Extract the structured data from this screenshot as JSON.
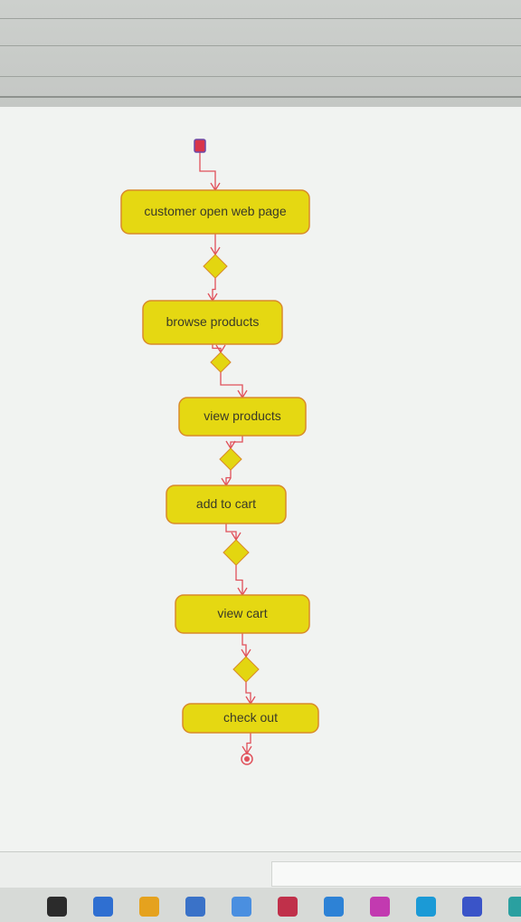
{
  "diagram": {
    "nodes": [
      {
        "id": "start",
        "kind": "initial"
      },
      {
        "id": "a1",
        "kind": "action",
        "label": "customer open web page"
      },
      {
        "id": "d1",
        "kind": "decision"
      },
      {
        "id": "a2",
        "kind": "action",
        "label": "browse products"
      },
      {
        "id": "d2",
        "kind": "decision"
      },
      {
        "id": "a3",
        "kind": "action",
        "label": "view products"
      },
      {
        "id": "d3",
        "kind": "decision"
      },
      {
        "id": "a4",
        "kind": "action",
        "label": "add to cart"
      },
      {
        "id": "d4",
        "kind": "decision"
      },
      {
        "id": "a5",
        "kind": "action",
        "label": "view cart"
      },
      {
        "id": "d5",
        "kind": "decision"
      },
      {
        "id": "a6",
        "kind": "action",
        "label": "check out"
      },
      {
        "id": "end",
        "kind": "final"
      }
    ],
    "edges": [
      [
        "start",
        "a1"
      ],
      [
        "a1",
        "d1"
      ],
      [
        "d1",
        "a2"
      ],
      [
        "a2",
        "d2"
      ],
      [
        "d2",
        "a3"
      ],
      [
        "a3",
        "d3"
      ],
      [
        "d3",
        "a4"
      ],
      [
        "a4",
        "d4"
      ],
      [
        "d4",
        "a5"
      ],
      [
        "a5",
        "d5"
      ],
      [
        "d5",
        "a6"
      ],
      [
        "a6",
        "end"
      ]
    ],
    "colors": {
      "action_fill": "#e5d812",
      "action_stroke": "#d98a2a",
      "decision_fill": "#e3d610",
      "edge": "#e0505a",
      "initial": "#d8344a",
      "final": "#e0505a"
    }
  },
  "taskbar": {
    "icons": [
      "files-icon",
      "chat-icon",
      "folder-icon",
      "store-icon",
      "app-l-icon",
      "mail-icon",
      "edge-icon",
      "brand-icon",
      "app-blue-icon",
      "instagram-icon",
      "app-teal-icon"
    ]
  }
}
